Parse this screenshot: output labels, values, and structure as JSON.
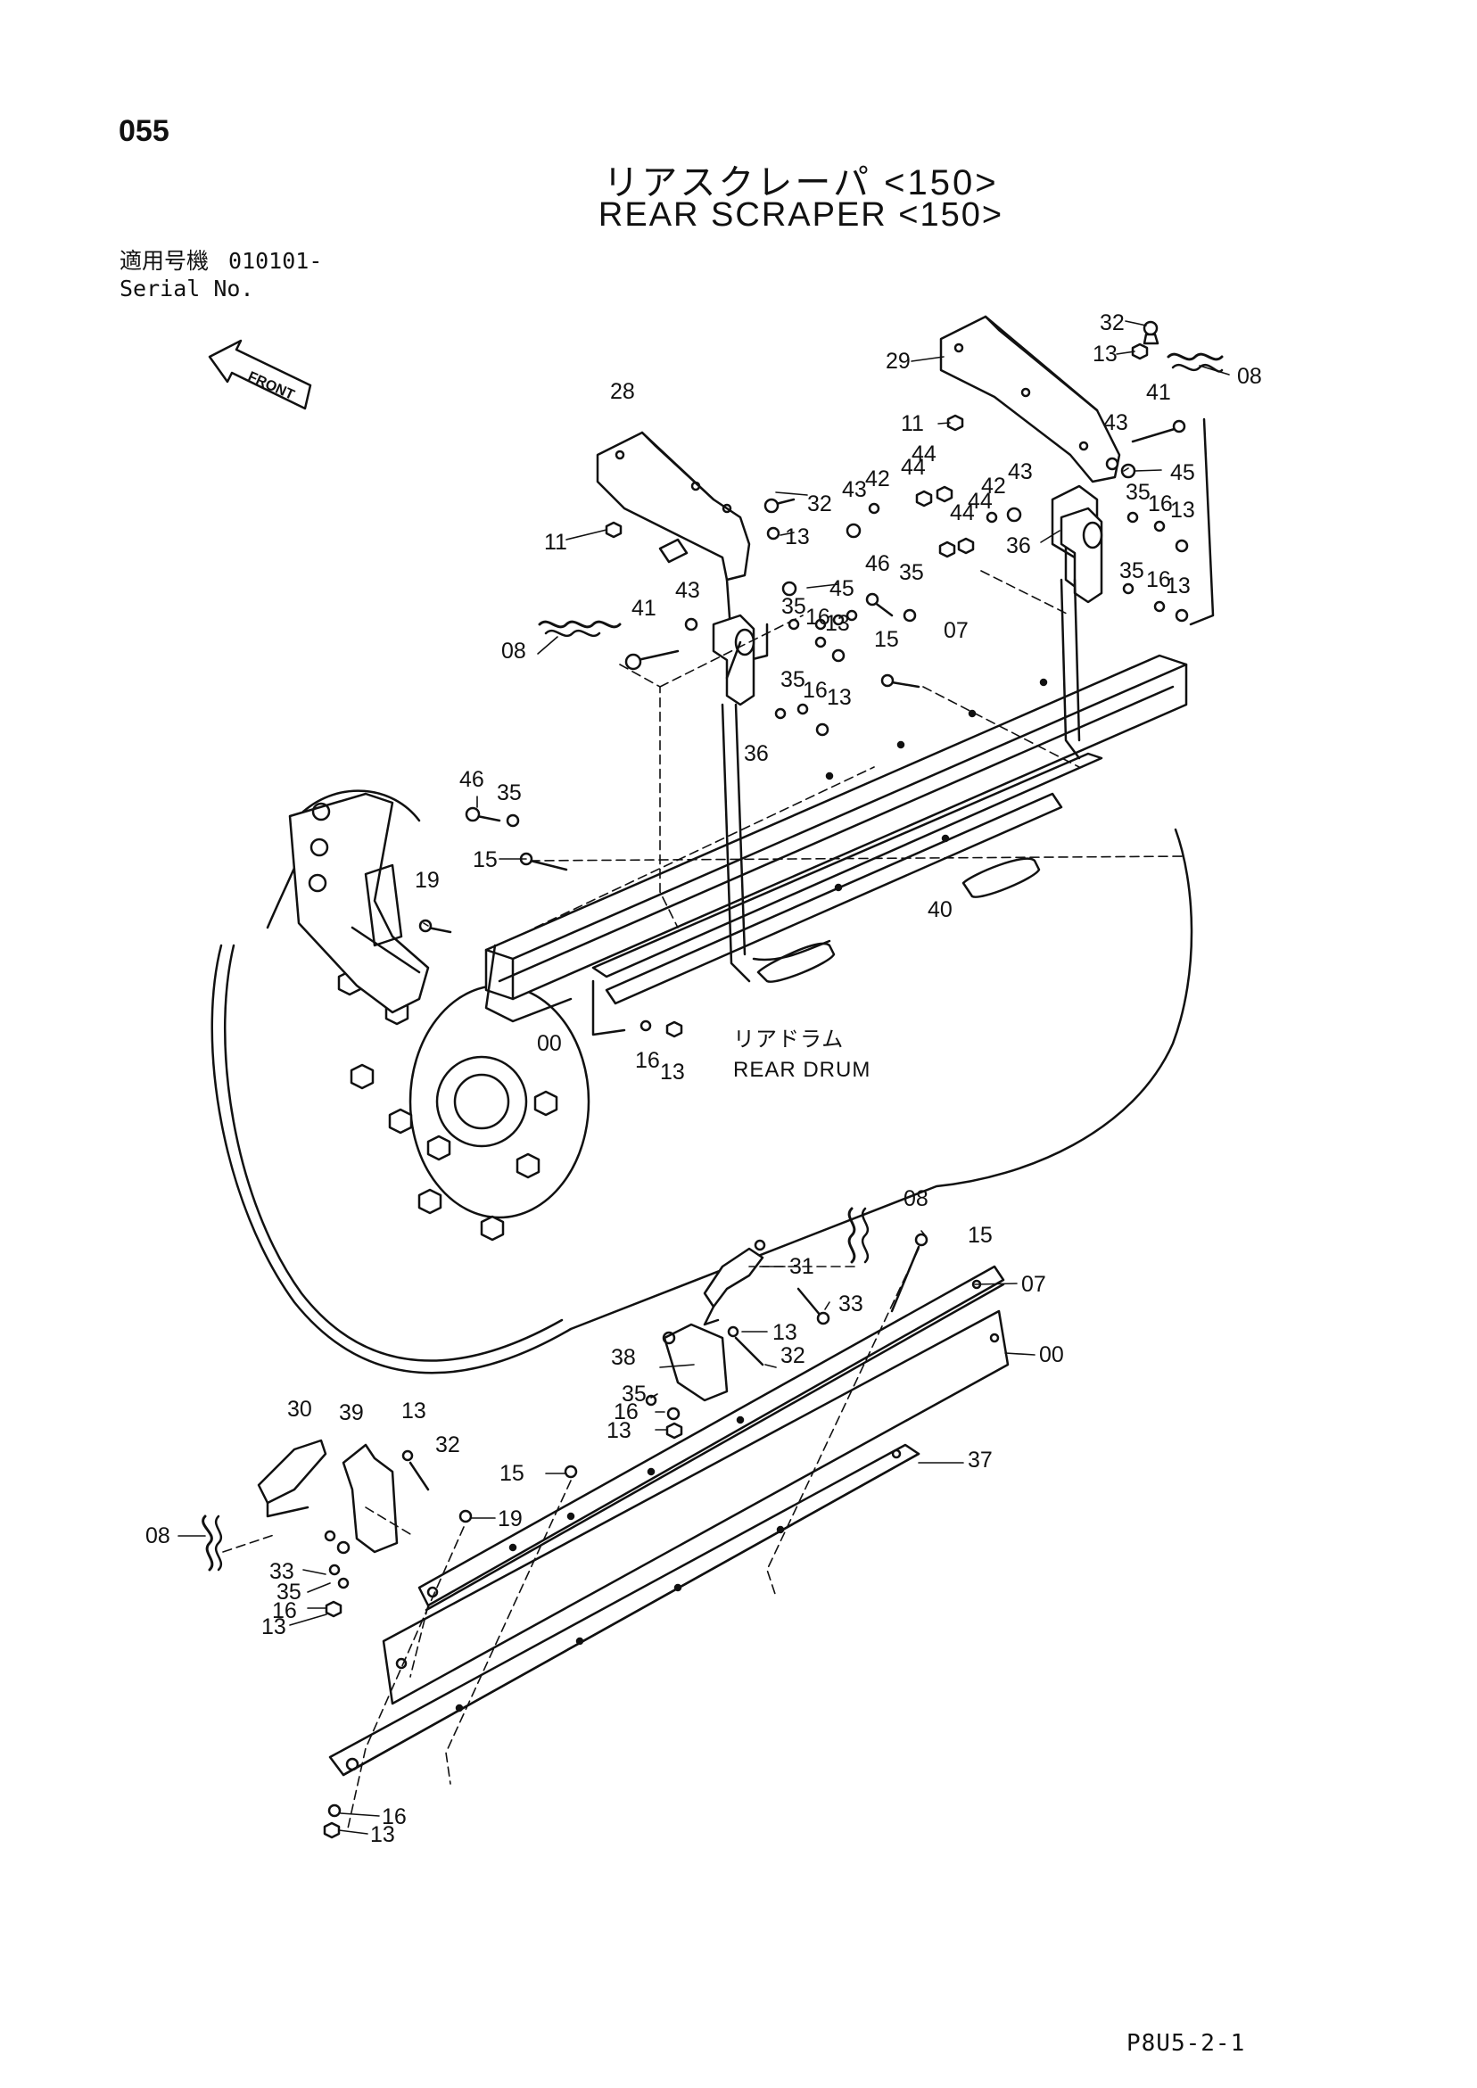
{
  "page_number": "055",
  "title_jp": "リアスクレーパ <150>",
  "title_en": "REAR SCRAPER <150>",
  "serial": {
    "label_jp": "適用号機",
    "value": "010101-",
    "label_en": "Serial No."
  },
  "front_marker": "FRONT",
  "drum_label_jp": "リアドラム",
  "drum_label_en": "REAR DRUM",
  "footer_code": "P8U5-2-1",
  "callouts": [
    "32",
    "13",
    "08",
    "29",
    "41",
    "11",
    "43",
    "45",
    "28",
    "42",
    "44",
    "44",
    "43",
    "42",
    "44",
    "44",
    "43",
    "32",
    "13",
    "35",
    "16",
    "13",
    "11",
    "36",
    "35",
    "16",
    "13",
    "46",
    "35",
    "45",
    "43",
    "41",
    "35",
    "16",
    "13",
    "08",
    "15",
    "07",
    "35",
    "16",
    "13",
    "36",
    "46",
    "35",
    "15",
    "40",
    "19",
    "00",
    "16",
    "13",
    "08",
    "15",
    "31",
    "33",
    "07",
    "38",
    "13",
    "32",
    "00",
    "35",
    "16",
    "13",
    "37",
    "30",
    "39",
    "13",
    "32",
    "15",
    "19",
    "08",
    "33",
    "35",
    "16",
    "13",
    "16",
    "13"
  ],
  "colors": {
    "ink": "#111111",
    "background": "#ffffff"
  }
}
